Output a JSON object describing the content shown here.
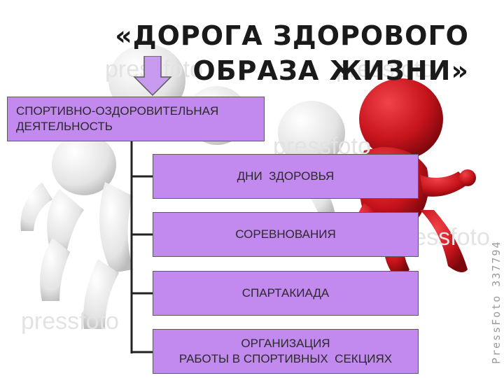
{
  "title": {
    "line1": "«ДОРОГА ЗДОРОВОГО",
    "line2": "ОБРАЗА ЖИЗНИ»"
  },
  "main_box": {
    "line1": "СПОРТИВНО-ОЗДОРОВИТЕЛЬНАЯ",
    "line2": "ДЕЯТЕЛЬНОСТЬ"
  },
  "sub_boxes": {
    "health_days": "ДНИ  ЗДОРОВЬЯ",
    "competitions": "СОРЕВНОВАНИЯ",
    "spartakiad": "СПАРТАКИАДА",
    "organization_line1": "ОРГАНИЗАЦИЯ",
    "organization_line2": "РАБОТЫ В СПОРТИВНЫХ  СЕКЦИЯХ"
  },
  "watermarks": {
    "side": "PressFoto 337794",
    "brand": "pressfoto"
  },
  "colors": {
    "box_fill": "#c289ef",
    "box_border": "#5b5b5b",
    "arrow_fill": "#c79af0",
    "runner_red": "#c8141c",
    "runner_white": "#e8e8e8"
  }
}
